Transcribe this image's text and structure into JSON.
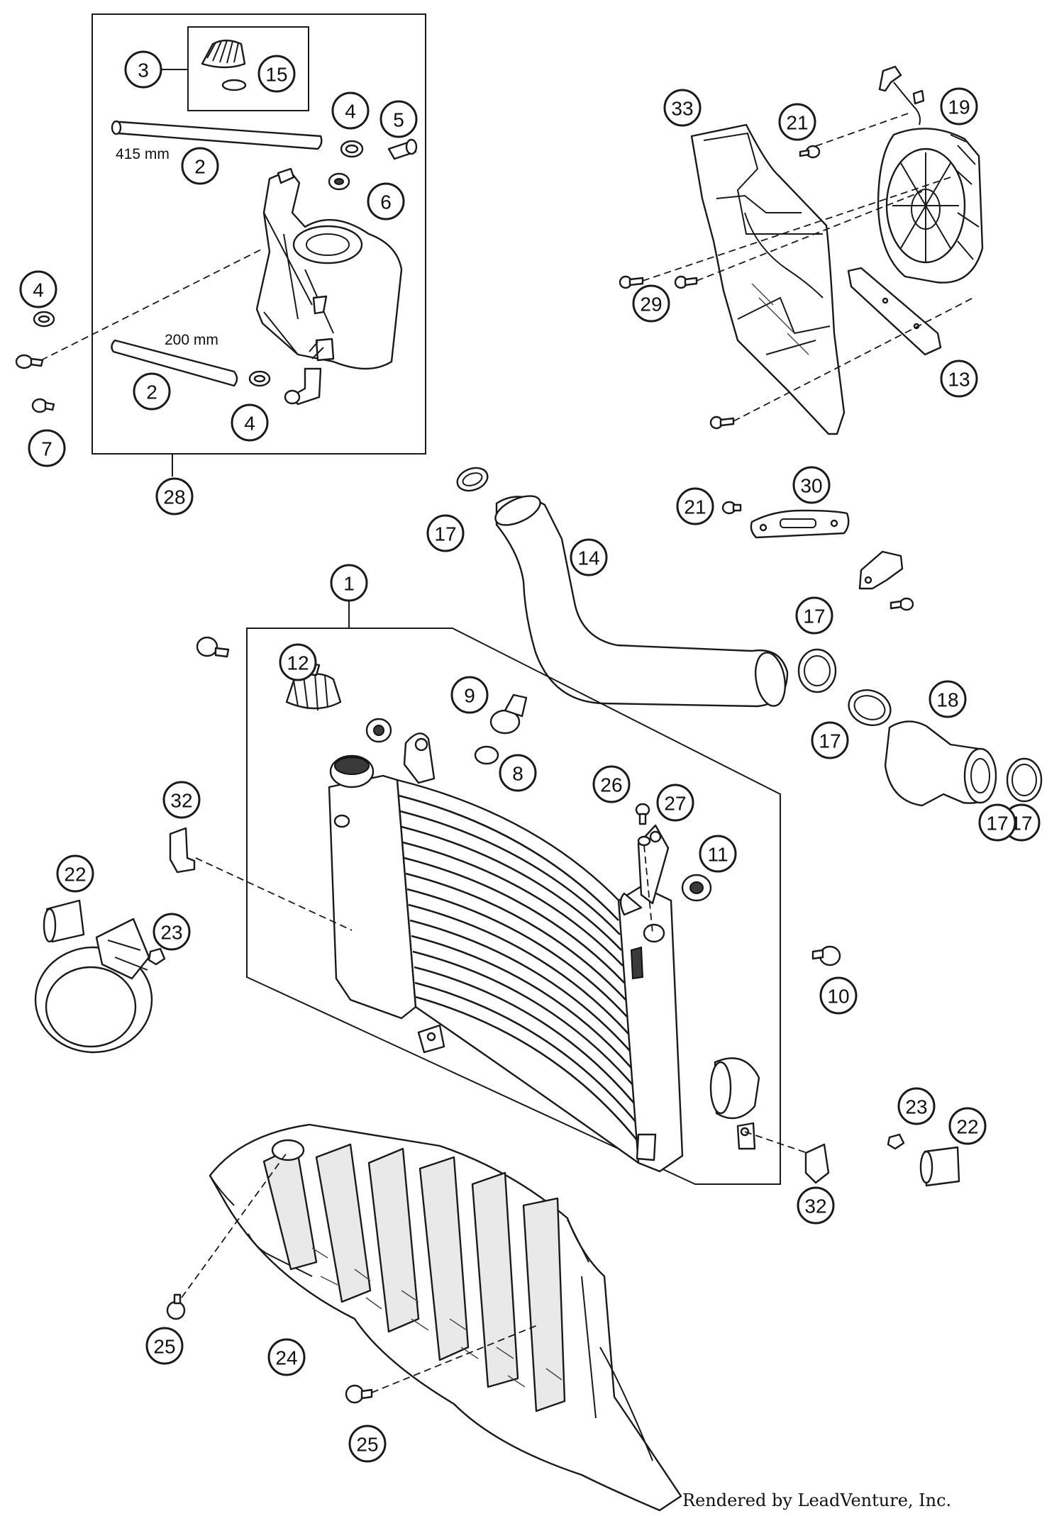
{
  "diagram": {
    "callouts": [
      "1",
      "2",
      "2",
      "3",
      "4",
      "4",
      "4",
      "5",
      "6",
      "7",
      "8",
      "9",
      "10",
      "11",
      "12",
      "13",
      "14",
      "15",
      "17",
      "17",
      "17",
      "17",
      "17",
      "18",
      "19",
      "21",
      "21",
      "22",
      "22",
      "23",
      "23",
      "24",
      "25",
      "25",
      "26",
      "27",
      "28",
      "29",
      "30",
      "32",
      "32",
      "33"
    ],
    "dimensions": {
      "hose_long": "415 mm",
      "hose_short": "200 mm"
    },
    "footer": "Rendered by LeadVenture, Inc."
  }
}
